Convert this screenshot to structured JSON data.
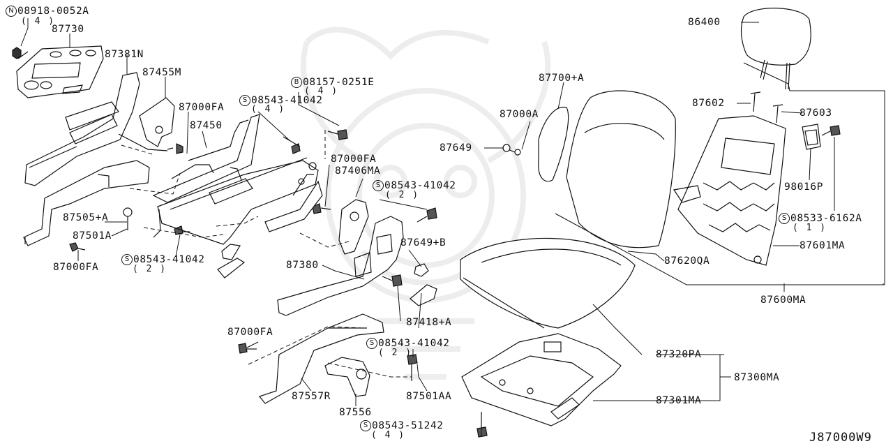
{
  "diagram_code": "J87000W9",
  "prefix_letters": {
    "N": "N",
    "B": "B",
    "S": "S"
  },
  "labels": {
    "p08918_0052a": "08918-0052A",
    "q08918": "( 4 )",
    "p87730": "87730",
    "p87381n": "87381N",
    "p87455m": "87455M",
    "p08157_0251e": "08157-0251E",
    "q08157": "( 4 )",
    "p08543_41042_a": "08543-41042",
    "q08543_a": "( 4 )",
    "p87000fa_a": "87000FA",
    "p87450": "87450",
    "p87000fa_b": "87000FA",
    "p87406ma": "87406MA",
    "p08543_41042_b": "08543-41042",
    "q08543_b": "( 2 )",
    "p87505a": "87505+A",
    "p87501a": "87501A",
    "p87000fa_c": "87000FA",
    "p08543_41042_c": "08543-41042",
    "q08543_c": "( 2 )",
    "p87649b": "87649+B",
    "p87380": "87380",
    "p87418a": "87418+A",
    "p87000fa_d": "87000FA",
    "p08543_41042_d": "08543-41042",
    "q08543_d": "( 2 )",
    "p87557r": "87557R",
    "p87556": "87556",
    "p87501aa": "87501AA",
    "p08543_51242": "08543-51242",
    "q08543_e": "( 4 )",
    "p86400": "86400",
    "p87700a": "87700+A",
    "p87000a": "87000A",
    "p87649": "87649",
    "p87602": "87602",
    "p87603": "87603",
    "p98016p": "98016P",
    "p08533_6162a": "08533-6162A",
    "q08533": "( 1 )",
    "p87601ma": "87601MA",
    "p87620qa": "87620QA",
    "p87600ma": "87600MA",
    "p87320pa": "87320PA",
    "p87300ma": "87300MA",
    "p87301ma": "87301MA"
  }
}
